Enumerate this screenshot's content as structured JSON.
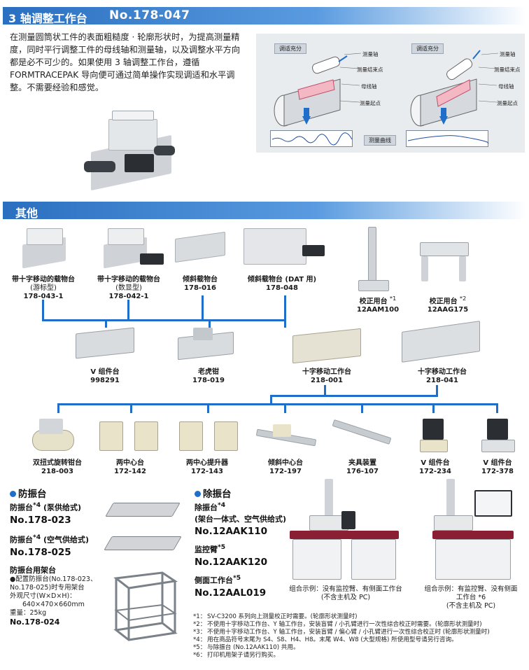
{
  "header1": {
    "title": "3 轴调整工作台",
    "model": "No.178-047"
  },
  "intro": "在测量圆筒状工件的表面粗糙度 · 轮廓形状时，为提高测量精度，同时平行调整工件的母线轴和测量轴，以及调整水平方向都是必不可少的。如果使用 3 轴调整工作台，遵循 FORMTRACEPAK 导向便可通过简单操作实现调适和水平调整。不需要经验和感觉。",
  "diagram": {
    "left_tag": "调适充分",
    "right_tag": "调适充分",
    "labels": {
      "axis": "测量轴",
      "end": "测量结束点",
      "generatrix": "母线轴",
      "start": "测量起点"
    },
    "curve": "测量曲线"
  },
  "header2": {
    "title": "其他"
  },
  "row1": [
    {
      "name": "带十字移动的载物台",
      "sub": "(游标型)",
      "no": "178-043-1"
    },
    {
      "name": "带十字移动的载物台",
      "sub": "(数显型)",
      "no": "178-042-1"
    },
    {
      "name": "倾斜载物台",
      "sub": "",
      "no": "178-016"
    },
    {
      "name": "倾斜载物台 (DAT 用)",
      "sub": "",
      "no": "178-048"
    },
    {
      "name": "校正用台",
      "sup": "*1",
      "no": "12AAM100"
    },
    {
      "name": "校正用台",
      "sup": "*2",
      "no": "12AAG175"
    }
  ],
  "row2": [
    {
      "name": "V 组件台",
      "no": "998291"
    },
    {
      "name": "老虎钳",
      "no": "178-019"
    },
    {
      "name": "十字移动工作台",
      "no": "218-001"
    },
    {
      "name": "十字移动工作台",
      "no": "218-041"
    }
  ],
  "row3": [
    {
      "name": "双扭式旋转钳台",
      "no": "218-003"
    },
    {
      "name": "两中心台",
      "no": "172-142"
    },
    {
      "name": "两中心提升器",
      "no": "172-143"
    },
    {
      "name": "倾斜中心台",
      "no": "172-197"
    },
    {
      "name": "夹具装置",
      "no": "176-107"
    },
    {
      "name": "V 组件台",
      "no": "172-234"
    },
    {
      "name": "V 组件台",
      "no": "172-378"
    }
  ],
  "antivib": {
    "title": "防振台",
    "items": [
      {
        "name": "防振台",
        "sup": "*4",
        "desc": " (泵供给式)",
        "no": "No.178-023"
      },
      {
        "name": "防振台",
        "sup": "*4",
        "desc": " (空气供给式)",
        "no": "No.178-025"
      }
    ],
    "stand": {
      "name": "防振台用架台",
      "lines": [
        "●配置防振台(No.178-023、",
        "No.178-025)时专用架台",
        "外观尺寸(W×D×H)：",
        "640×470×660mm",
        "重量：25kg"
      ],
      "no": "No.178-024"
    }
  },
  "deskit": {
    "title": "除振台",
    "items": [
      {
        "name": "除振台",
        "sup": "*4",
        "desc": "(架台一体式、空气供给式)",
        "no": "No.12AAK110"
      },
      {
        "name": "监控臂",
        "sup": "*5",
        "desc": "",
        "no": "No.12AAK120"
      },
      {
        "name": "侧面工作台",
        "sup": "*5",
        "desc": "",
        "no": "No.12AAL019"
      }
    ],
    "example1": [
      "组合示例：没有监控臂、有侧面工作台",
      "(不含主机及 PC)"
    ],
    "example2": [
      "组合示例：有监控臂、没有侧面",
      "工作台 *6",
      "(不含主机及 PC)"
    ]
  },
  "notes": [
    {
      "k": "*1：",
      "t": "SV-C3200 系列向上测量校正时需要。(轮廓形状测量时)"
    },
    {
      "k": "*2：",
      "t": "不使用十字移动工作台、Y 轴工作台，安装盲臂 / 小孔臂进行一次性综合校正时需要。(轮廓形状测量时)"
    },
    {
      "k": "*3：",
      "t": "不使用十字移动工作台、Y 轴工作台，安装盲臂 / 偏心臂 / 小孔臂进行一次性综合校正时 (轮廓形状测量时)"
    },
    {
      "k": "*4：",
      "t": "用在商品符号末尾为 S4、S8、H4、H8。末尾 W4、W8 (大型规格) 所使用型号请另行咨询。"
    },
    {
      "k": "*5：",
      "t": "与除振台 (No.12AAK110) 共用。"
    },
    {
      "k": "*6：",
      "t": "打印机用架子请另行购买。"
    }
  ],
  "colors": {
    "accent": "#1f6ec9"
  }
}
